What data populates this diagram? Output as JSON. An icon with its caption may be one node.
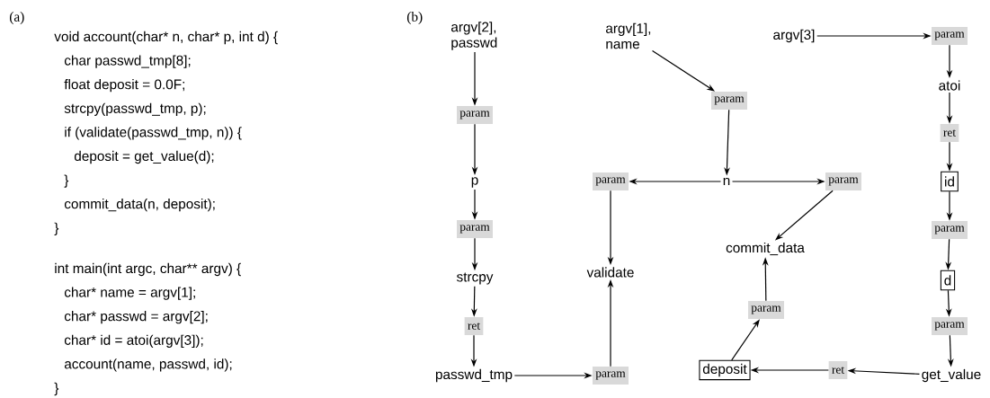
{
  "diagram": {
    "nodes": [
      {
        "text": [
          "argv[2], passwd"
        ]
      },
      {
        "text": [
          "param"
        ]
      },
      {
        "text": [
          "p"
        ]
      },
      {
        "text": [
          "param"
        ]
      },
      {
        "text": [
          "strcpy"
        ]
      },
      {
        "text": [
          "ret"
        ]
      },
      {
        "text": [
          "passwd_tmp"
        ]
      },
      {
        "text": [
          "param"
        ]
      },
      {
        "text": [
          "validate"
        ]
      },
      {
        "text": [
          "param"
        ]
      },
      {
        "text": [
          "argv[1], name"
        ]
      },
      {
        "text": [
          "param"
        ]
      },
      {
        "text": [
          "n"
        ]
      },
      {
        "text": [
          "param"
        ]
      },
      {
        "text": [
          "commit_data"
        ]
      },
      {
        "text": [
          "param"
        ]
      },
      {
        "text": [
          "deposit"
        ]
      },
      {
        "text": [
          "ret"
        ]
      },
      {
        "text": [
          "get_value"
        ]
      },
      {
        "text": [
          "argv[3]"
        ]
      },
      {
        "text": [
          "param"
        ]
      },
      {
        "text": [
          "atoi"
        ]
      },
      {
        "text": [
          "ret"
        ]
      },
      {
        "text": [
          "id"
        ]
      },
      {
        "text": [
          "param"
        ]
      },
      {
        "text": [
          "d"
        ]
      },
      {
        "text": [
          "param"
        ]
      }
    ],
    "edges": [
      {
        "from": 0,
        "to": 1,
        "arrow": "to"
      },
      {
        "from": 1,
        "to": 2,
        "arrow": "to"
      },
      {
        "from": 2,
        "to": 3,
        "arrow": "to"
      },
      {
        "from": 3,
        "to": 4,
        "arrow": "to"
      },
      {
        "from": 4,
        "to": 5,
        "arrow": "to"
      },
      {
        "from": 5,
        "to": 6,
        "arrow": "to"
      },
      {
        "from": 6,
        "to": 7,
        "arrow": "to"
      },
      {
        "from": 7,
        "to": 8,
        "arrow": "to"
      },
      {
        "from": 9,
        "to": 8,
        "arrow": "to"
      },
      {
        "from": 10,
        "to": 11,
        "arrow": "to"
      },
      {
        "from": 11,
        "to": 12,
        "arrow": "to"
      },
      {
        "from": 12,
        "to": 9,
        "arrow": "to"
      },
      {
        "from": 12,
        "to": 13,
        "arrow": "to"
      },
      {
        "from": 13,
        "to": 14,
        "arrow": "to"
      },
      {
        "from": 16,
        "to": 15,
        "arrow": "to"
      },
      {
        "from": 15,
        "to": 14,
        "arrow": "to"
      },
      {
        "from": 17,
        "to": 16,
        "arrow": "to"
      },
      {
        "from": 18,
        "to": 17,
        "arrow": "to"
      },
      {
        "from": 19,
        "to": 20,
        "arrow": "to"
      },
      {
        "from": 20,
        "to": 21,
        "arrow": "to"
      },
      {
        "from": 21,
        "to": 22,
        "arrow": "to"
      },
      {
        "from": 22,
        "to": 23,
        "arrow": "to"
      },
      {
        "from": 23,
        "to": 24,
        "arrow": "to"
      },
      {
        "from": 24,
        "to": 25,
        "arrow": "to"
      },
      {
        "from": 25,
        "to": 26,
        "arrow": "to"
      },
      {
        "from": 26,
        "to": 18,
        "arrow": "to"
      }
    ],
    "labels": [
      "(a)",
      "void account(char* n, char* p, int d) {",
      "char passwd_tmp[8];",
      "float deposit = 0.0F;",
      "strcpy(passwd_tmp, p);",
      "if (validate(passwd_tmp, n)) {",
      "deposit = get_value(d);",
      "}",
      "commit_data(n, deposit);",
      "}",
      "int main(int argc, char** argv) {",
      "char* name = argv[1];",
      "char* passwd = argv[2];",
      "char* id = atoi(argv[3]);",
      "account(name, passwd, id);",
      "}",
      "(b)"
    ]
  }
}
